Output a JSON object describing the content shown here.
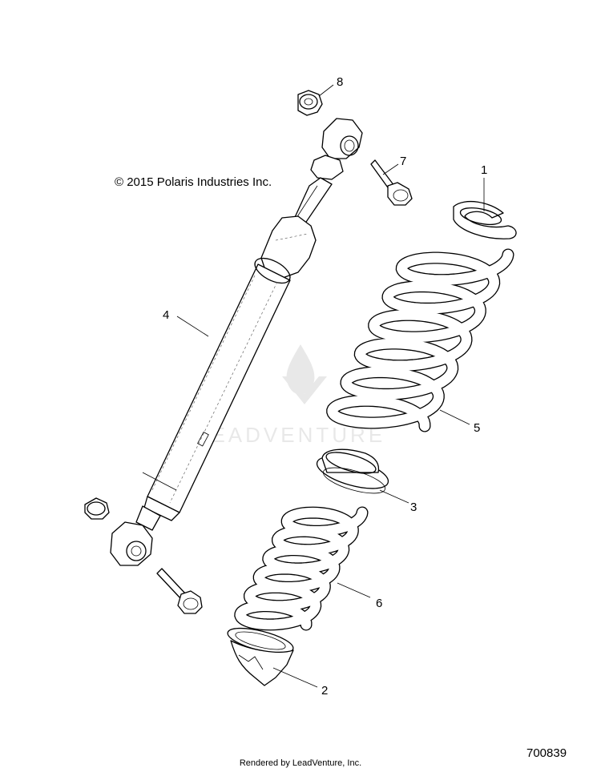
{
  "copyright": "© 2015 Polaris Industries Inc.",
  "diagram_id": "700839",
  "footer": "Rendered by LeadVenture, Inc.",
  "watermark": "LEADVENTURE",
  "callouts": {
    "c1": "1",
    "c2": "2",
    "c3": "3",
    "c4": "4",
    "c5": "5",
    "c6": "6",
    "c7": "7",
    "c8": "8"
  }
}
